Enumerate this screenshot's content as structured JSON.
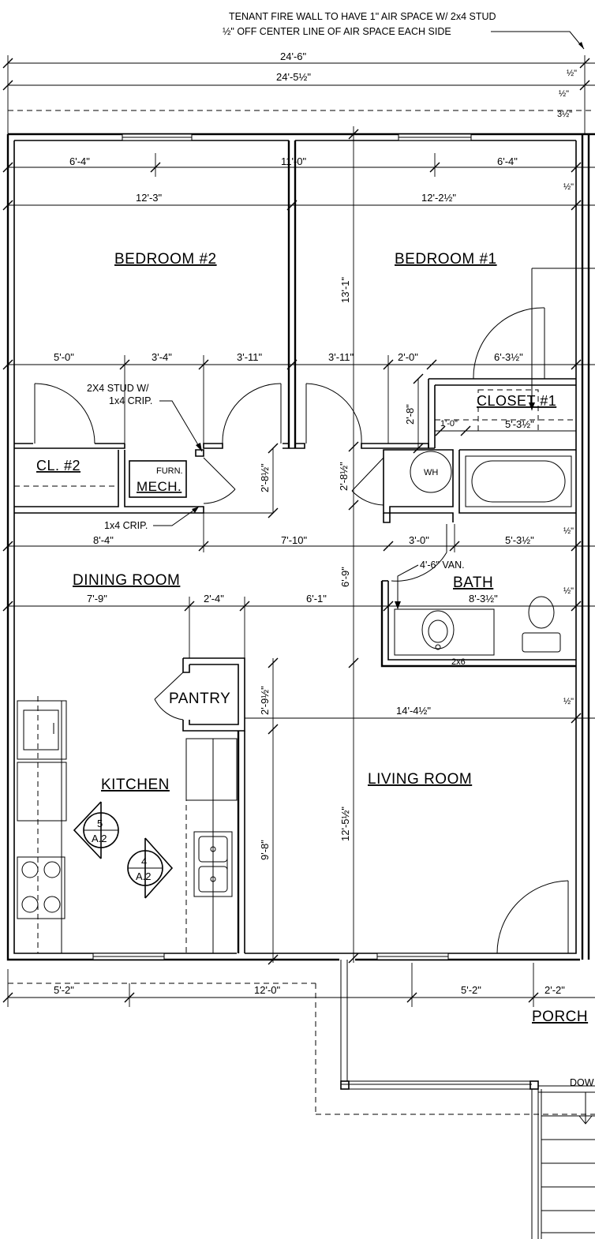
{
  "notes": {
    "fire_wall_line1": "TENANT FIRE WALL TO HAVE 1\" AIR SPACE W/ 2x4 STUD",
    "fire_wall_line2": "½\" OFF CENTER LINE OF AIR SPACE EACH SIDE",
    "stud_line1": "2X4 STUD W/",
    "stud_line2": "1x4 CRIP.",
    "crip": "1x4 CRIP.",
    "vanity": "4'-6\" VAN.",
    "wall_2x6": "2x6",
    "down": "DOW"
  },
  "rooms": {
    "bedroom2": "BEDROOM #2",
    "bedroom1": "BEDROOM #1",
    "closet1": "CLOSET #1",
    "closet2": "CL. #2",
    "furn": "FURN.",
    "mech": "MECH.",
    "wh": "WH",
    "dining": "DINING ROOM",
    "bath": "BATH",
    "pantry": "PANTRY",
    "kitchen": "KITCHEN",
    "living": "LIVING ROOM",
    "porch": "PORCH"
  },
  "section_marks": [
    {
      "number": "5",
      "sheet": "A.2"
    },
    {
      "number": "4",
      "sheet": "A.2"
    }
  ],
  "dims": {
    "overall1": "24'-6\"",
    "overall2": "24'-5½\"",
    "half_a": "½\"",
    "half_b": "½\"",
    "three_half": "3½\"",
    "d_6_4_left": "6'-4\"",
    "d_11_0": "11'-0\"",
    "d_6_4_right": "6'-4\"",
    "d_half_top": "½\"",
    "d_12_3": "12'-3\"",
    "d_12_2h": "12'-2½\"",
    "d_13_1": "13'-1\"",
    "d_5_0": "5'-0\"",
    "d_3_4": "3'-4\"",
    "d_3_11a": "3'-11\"",
    "d_3_11b": "3'-11\"",
    "d_2_0": "2'-0\"",
    "d_6_3h": "6'-3½\"",
    "d_2_8": "2'-8\"",
    "d_1_0": "1'-0\"",
    "d_5_3h_closet": "5'-3½\"",
    "d_2_8h_a": "2'-8½\"",
    "d_2_8h_b": "2'-8½\"",
    "d_8_4": "8'-4\"",
    "d_7_10": "7'-10\"",
    "d_3_0": "3'-0\"",
    "d_5_3h_bath": "5'-3½\"",
    "d_half_bath": "½\"",
    "d_6_9": "6'-9\"",
    "d_7_9": "7'-9\"",
    "d_2_4": "2'-4\"",
    "d_6_1": "6'-1\"",
    "d_8_3h": "8'-3½\"",
    "d_half_bath2": "½\"",
    "d_2_9h": "2'-9½\"",
    "d_14_4h": "14'-4½\"",
    "d_half_living": "½\"",
    "d_12_5h": "12'-5½\"",
    "d_9_8": "9'-8\"",
    "d_5_2_left": "5'-2\"",
    "d_12_0": "12'-0\"",
    "d_5_2_right": "5'-2\"",
    "d_2_2": "2'-2\""
  }
}
